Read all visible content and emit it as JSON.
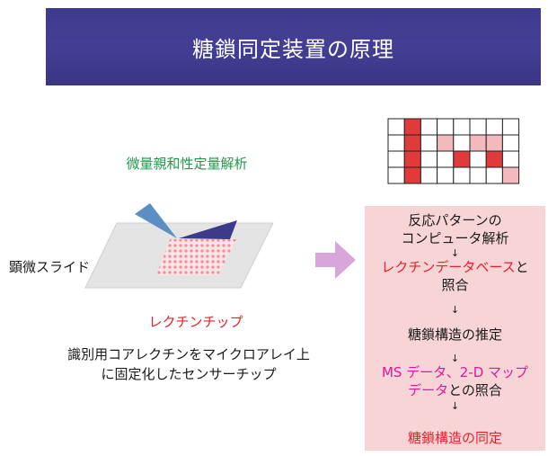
{
  "title": "糖鎖同定装置の原理",
  "left": {
    "assay_label": "微量親和性定量解析",
    "slide_label": "顕微スライド",
    "chip_label": "レクチンチップ",
    "chip_desc_line1": "識別用コアレクチンをマイクロアレイ上",
    "chip_desc_line2": "に固定化したセンサーチップ"
  },
  "flow": {
    "step1_line1": "反応パターンの",
    "step1_line2": "コンピュータ解析",
    "step2_red": "レクチンデータベース",
    "step2_tail": "と",
    "step2_line2": "照合",
    "step3": "糖鎖構造の推定",
    "step4_line1": "MS データ、2-D マップ",
    "step4_line2_mag": "データ",
    "step4_line2_tail": "との照合",
    "step5": "糖鎖構造の同定",
    "arrow_glyph": "↓"
  },
  "pattern_grid": {
    "rows": 4,
    "cols": 8,
    "cells": [
      [
        "w",
        "r",
        "w",
        "w",
        "w",
        "w",
        "w",
        "w"
      ],
      [
        "w",
        "r",
        "w",
        "p",
        "w",
        "p",
        "p",
        "w"
      ],
      [
        "w",
        "r",
        "w",
        "w",
        "r",
        "w",
        "r",
        "w"
      ],
      [
        "w",
        "r",
        "w",
        "w",
        "w",
        "w",
        "w",
        "p"
      ]
    ]
  },
  "colors": {
    "banner": "#3e3a8e",
    "red": "#e8202c",
    "magenta": "#e0189a",
    "green": "#1e9a4a",
    "panel": "#f7d4d6",
    "arrow": "#d8a6d8",
    "blue_beam": "#5b8fc4",
    "indigo_beam": "#3d3a8c"
  }
}
